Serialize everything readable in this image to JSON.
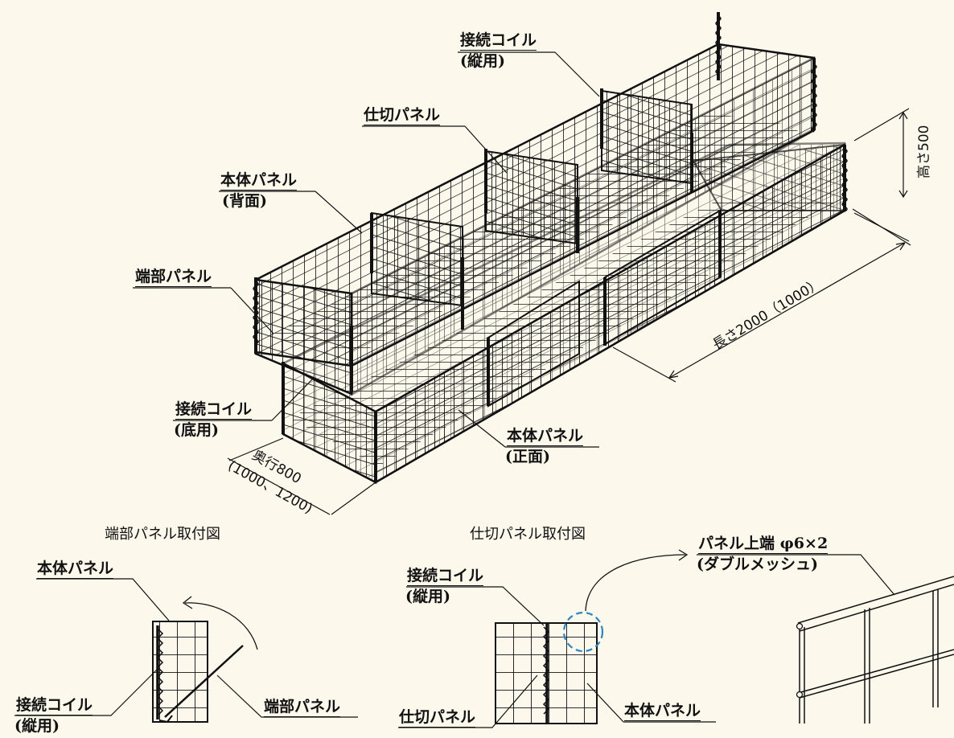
{
  "labels": {
    "coil_vertical_top": "接続コイル",
    "coil_vertical_top_sub": "(縦用)",
    "partition_top": "仕切パネル",
    "body_back": "本体パネル",
    "body_back_sub": "(背面)",
    "end_panel_top": "端部パネル",
    "coil_bottom": "接続コイル",
    "coil_bottom_sub": "(底用)",
    "body_front": "本体パネル",
    "body_front_sub": "(正面)",
    "height_dim": "高さ500",
    "length_dim": "長さ2000（1000）",
    "depth_dim": "奥行800",
    "depth_dim_sub": "(1000、1200)"
  },
  "detail_end": {
    "caption": "端部パネル取付図",
    "body_panel": "本体パネル",
    "coil": "接続コイル",
    "coil_sub": "(縦用)",
    "end_panel": "端部パネル"
  },
  "detail_partition": {
    "caption": "仕切パネル取付図",
    "coil": "接続コイル",
    "coil_sub": "(縦用)",
    "partition": "仕切パネル",
    "body_panel": "本体パネル"
  },
  "detail_top": {
    "title": "パネル上端 φ6×2",
    "sub": "(ダブルメッシュ)"
  },
  "colors": {
    "line": "#111111",
    "background": "#fcf8ec",
    "highlight_circle": "#2a84c8"
  }
}
